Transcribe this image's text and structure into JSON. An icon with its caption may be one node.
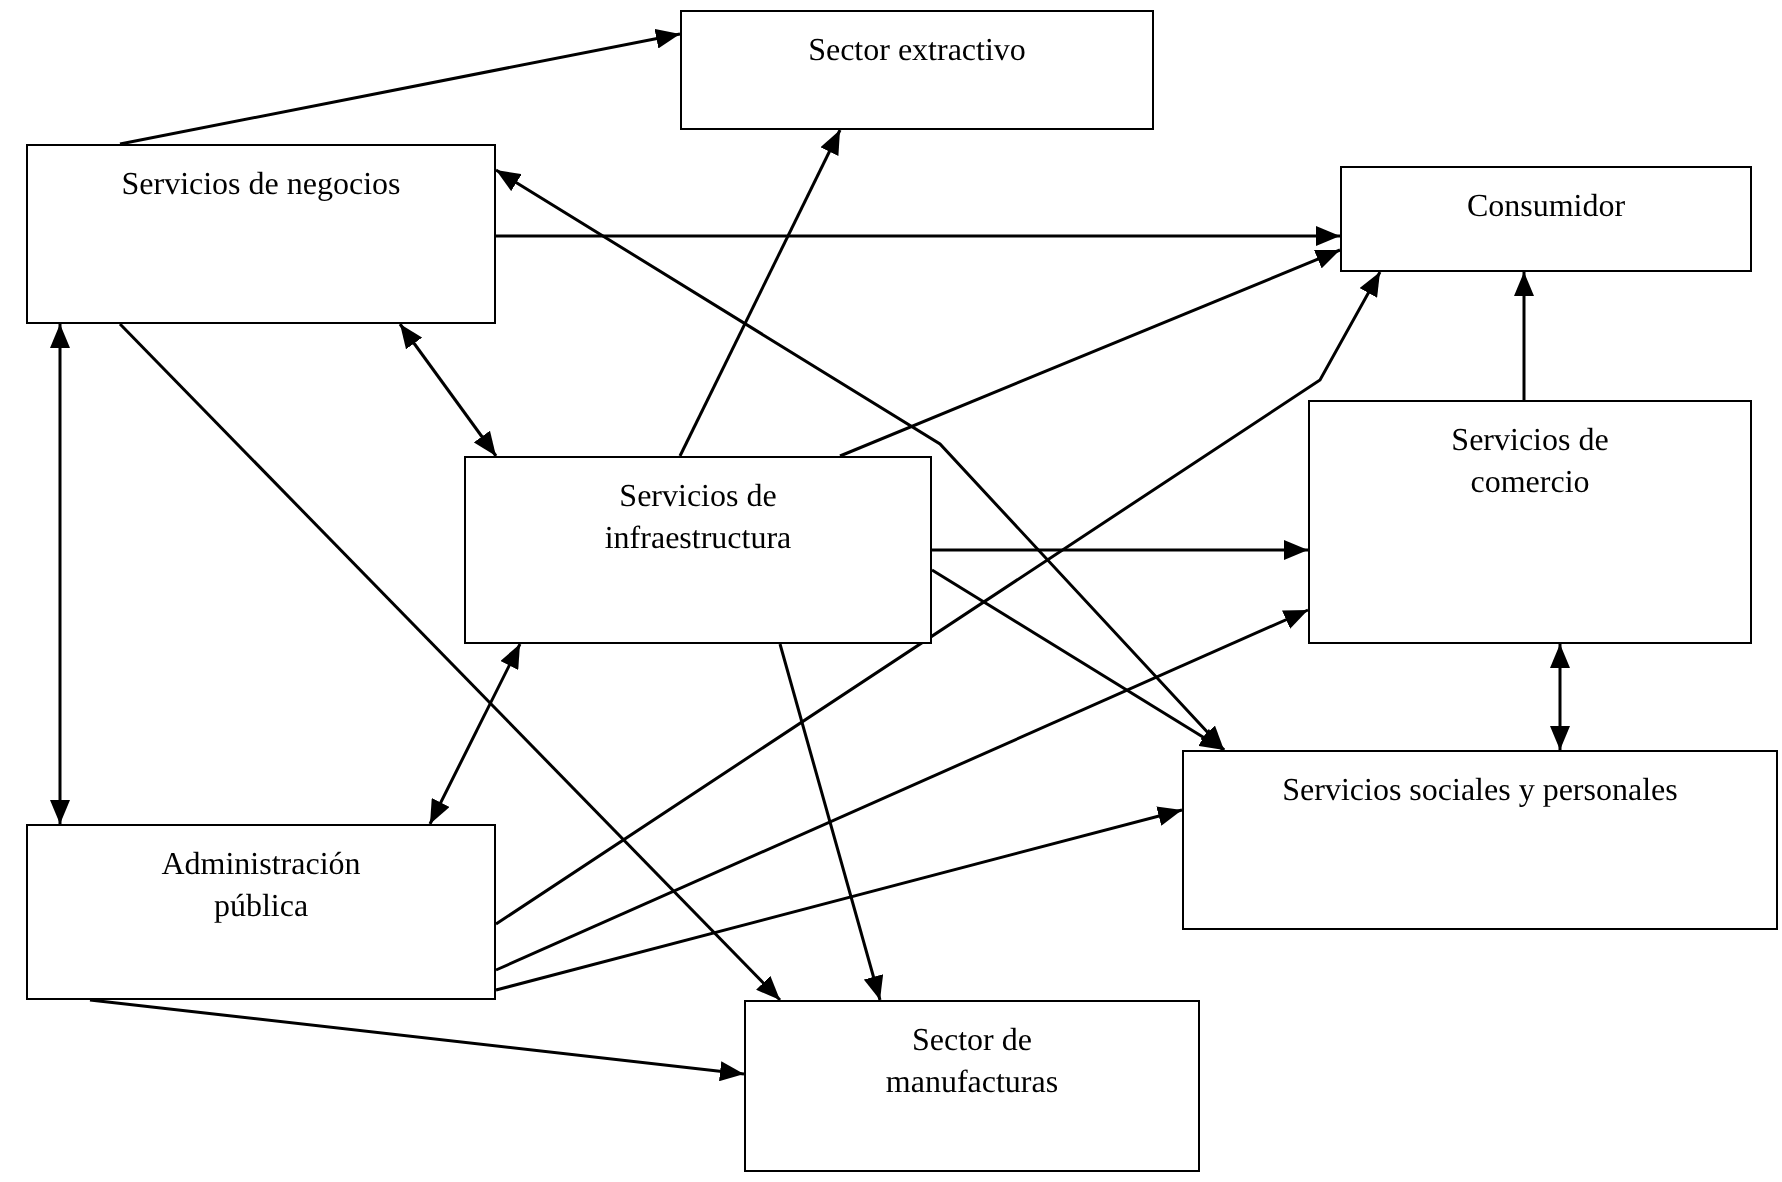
{
  "diagram": {
    "nodes": [
      {
        "text": [
          "Sector extractivo"
        ]
      },
      {
        "text": [
          "Servicios de negocios"
        ]
      },
      {
        "text": [
          "Consumidor"
        ]
      },
      {
        "text": [
          "Servicios de infraestructura"
        ]
      },
      {
        "text": [
          "Servicios de comercio"
        ]
      },
      {
        "text": [
          "Servicios sociales y personales"
        ]
      },
      {
        "text": [
          "Administración pública"
        ]
      },
      {
        "text": [
          "Sector de manufacturas"
        ]
      }
    ],
    "edges": [
      {
        "from": 1,
        "to": 0,
        "arrow": "to"
      },
      {
        "from": 1,
        "to": 2,
        "arrow": "to"
      },
      {
        "from": 1,
        "to": 3,
        "arrow": "both"
      },
      {
        "from": 1,
        "to": 6,
        "arrow": "both"
      },
      {
        "from": 1,
        "to": 7,
        "arrow": "to"
      },
      {
        "from": 1,
        "to": 5,
        "arrow": "both"
      },
      {
        "from": 3,
        "to": 0,
        "arrow": "to"
      },
      {
        "from": 3,
        "to": 2,
        "arrow": "to"
      },
      {
        "from": 3,
        "to": 4,
        "arrow": "to"
      },
      {
        "from": 3,
        "to": 5,
        "arrow": "to"
      },
      {
        "from": 3,
        "to": 7,
        "arrow": "to"
      },
      {
        "from": 3,
        "to": 6,
        "arrow": "both"
      },
      {
        "from": 6,
        "to": 2,
        "arrow": "to"
      },
      {
        "from": 6,
        "to": 4,
        "arrow": "to"
      },
      {
        "from": 6,
        "to": 5,
        "arrow": "to"
      },
      {
        "from": 6,
        "to": 7,
        "arrow": "to"
      },
      {
        "from": 4,
        "to": 2,
        "arrow": "to"
      },
      {
        "from": 4,
        "to": 5,
        "arrow": "both"
      }
    ]
  }
}
